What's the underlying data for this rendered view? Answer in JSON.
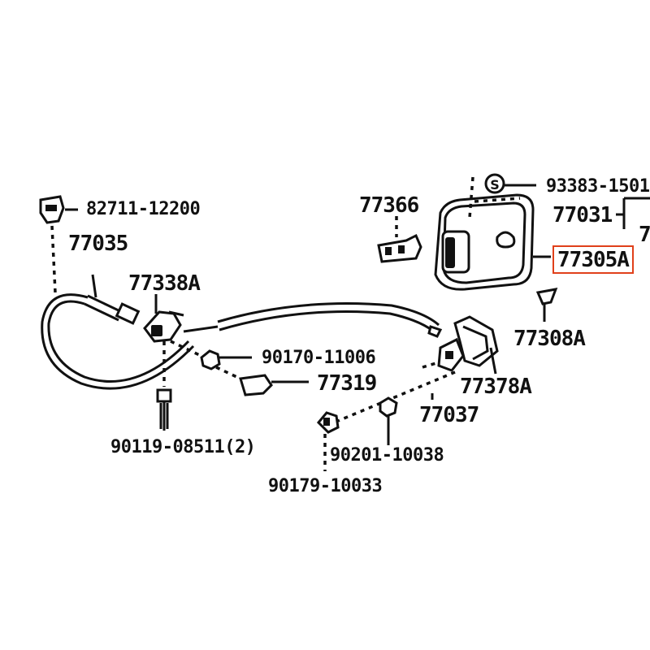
{
  "diagram": {
    "highlight_color": "#e0401a",
    "parts": {
      "p_82711": "82711-12200",
      "p_77035": "77035",
      "p_77338a": "77338A",
      "p_90170": "90170-11006",
      "p_77319": "77319",
      "p_90119": "90119-08511(2)",
      "p_90201": "90201-10038",
      "p_90179": "90179-10033",
      "p_77037": "77037",
      "p_77378a": "77378A",
      "p_77366": "77366",
      "p_93383": "93383-1501",
      "p_77031": "77031",
      "p_77305a": "77305A",
      "p_77308a": "77308A",
      "p_cut7": "7"
    }
  }
}
